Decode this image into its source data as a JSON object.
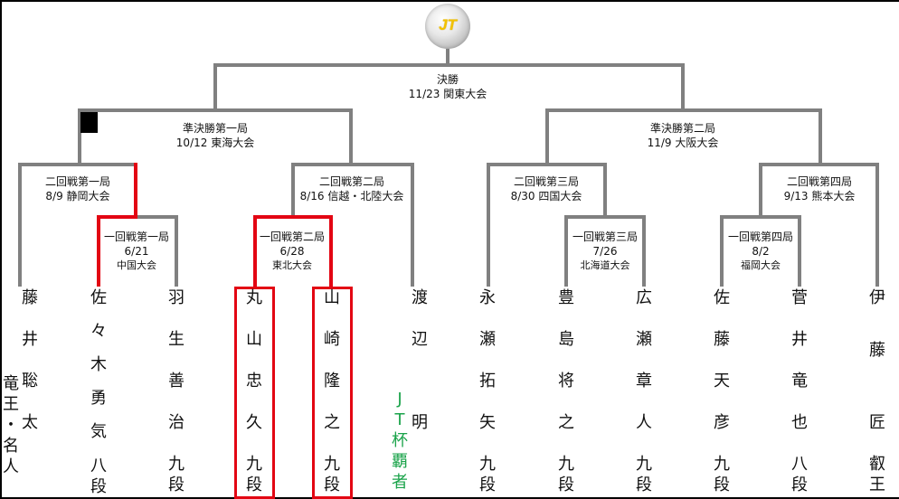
{
  "trophy": {
    "emblem_text": "JT",
    "icon": "trophy-globe-icon"
  },
  "colors": {
    "line": "#808080",
    "highlight": "#e30613",
    "champion_label": "#1aa34a",
    "emblem": "#f2c200"
  },
  "matches": {
    "final": {
      "round": "決勝",
      "date_venue": "11/23 関東大会"
    },
    "sf1": {
      "round": "準決勝第一局",
      "date_venue": "10/12 東海大会"
    },
    "sf2": {
      "round": "準決勝第二局",
      "date_venue": "11/9 大阪大会"
    },
    "r2_1": {
      "round": "二回戦第一局",
      "date_venue": "8/9 静岡大会"
    },
    "r2_2": {
      "round": "二回戦第二局",
      "date_venue": "8/16 信越・北陸大会"
    },
    "r2_3": {
      "round": "二回戦第三局",
      "date_venue": "8/30 四国大会"
    },
    "r2_4": {
      "round": "二回戦第四局",
      "date_venue": "9/13 熊本大会"
    },
    "r1_1": {
      "round": "一回戦第一局",
      "date": "6/21",
      "venue": "中国大会"
    },
    "r1_2": {
      "round": "一回戦第二局",
      "date": "6/28",
      "venue": "東北大会"
    },
    "r1_3": {
      "round": "一回戦第三局",
      "date": "7/26",
      "venue": "北海道大会"
    },
    "r1_4": {
      "round": "一回戦第四局",
      "date": "8/2",
      "venue": "福岡大会"
    }
  },
  "players": [
    {
      "name_chars": [
        "藤",
        "井",
        "聡",
        "太"
      ],
      "rank": [
        "",
        ""
      ],
      "title": [
        "竜",
        "王",
        "・",
        "名",
        "人"
      ]
    },
    {
      "name_chars": [
        "佐",
        "々",
        "木",
        "勇",
        "気"
      ],
      "rank": [
        "八",
        "段"
      ]
    },
    {
      "name_chars": [
        "羽",
        "生",
        "善",
        "治"
      ],
      "rank": [
        "九",
        "段"
      ]
    },
    {
      "name_chars": [
        "丸",
        "山",
        "忠",
        "久"
      ],
      "rank": [
        "九",
        "段"
      ]
    },
    {
      "name_chars": [
        "山",
        "崎",
        "隆",
        "之"
      ],
      "rank": [
        "九",
        "段"
      ]
    },
    {
      "name_chars": [
        "渡",
        "辺",
        "明"
      ],
      "rank": [
        "",
        ""
      ],
      "title": [
        "J",
        "T",
        "杯",
        "覇",
        "者"
      ]
    },
    {
      "name_chars": [
        "永",
        "瀬",
        "拓",
        "矢"
      ],
      "rank": [
        "九",
        "段"
      ]
    },
    {
      "name_chars": [
        "豊",
        "島",
        "将",
        "之"
      ],
      "rank": [
        "九",
        "段"
      ]
    },
    {
      "name_chars": [
        "広",
        "瀬",
        "章",
        "人"
      ],
      "rank": [
        "九",
        "段"
      ]
    },
    {
      "name_chars": [
        "佐",
        "藤",
        "天",
        "彦"
      ],
      "rank": [
        "九",
        "段"
      ]
    },
    {
      "name_chars": [
        "菅",
        "井",
        "竜",
        "也"
      ],
      "rank": [
        "八",
        "段"
      ]
    },
    {
      "name_chars": [
        "伊",
        "藤",
        "匠"
      ],
      "rank": [
        "叡",
        "王"
      ]
    }
  ]
}
